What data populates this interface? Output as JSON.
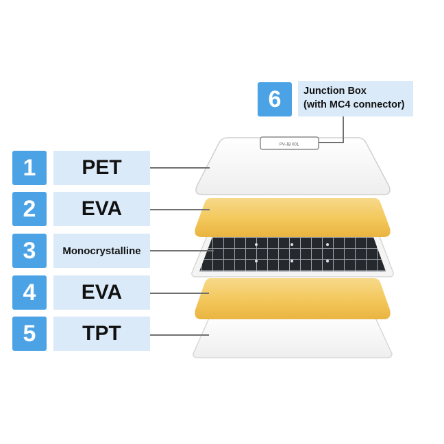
{
  "layers": [
    {
      "number": "1",
      "label": "PET"
    },
    {
      "number": "2",
      "label": "EVA"
    },
    {
      "number": "3",
      "label": "Monocrystalline"
    },
    {
      "number": "4",
      "label": "EVA"
    },
    {
      "number": "5",
      "label": "TPT"
    }
  ],
  "junction_box": {
    "number": "6",
    "line1": "Junction Box",
    "line2": "(with MC4 connector)",
    "marking": "PV-JB 001"
  },
  "colors": {
    "badge": "#4ba3e6",
    "label_bg": "#dbeaf9",
    "eva": "#f3c75a",
    "cell": "#25282d"
  }
}
